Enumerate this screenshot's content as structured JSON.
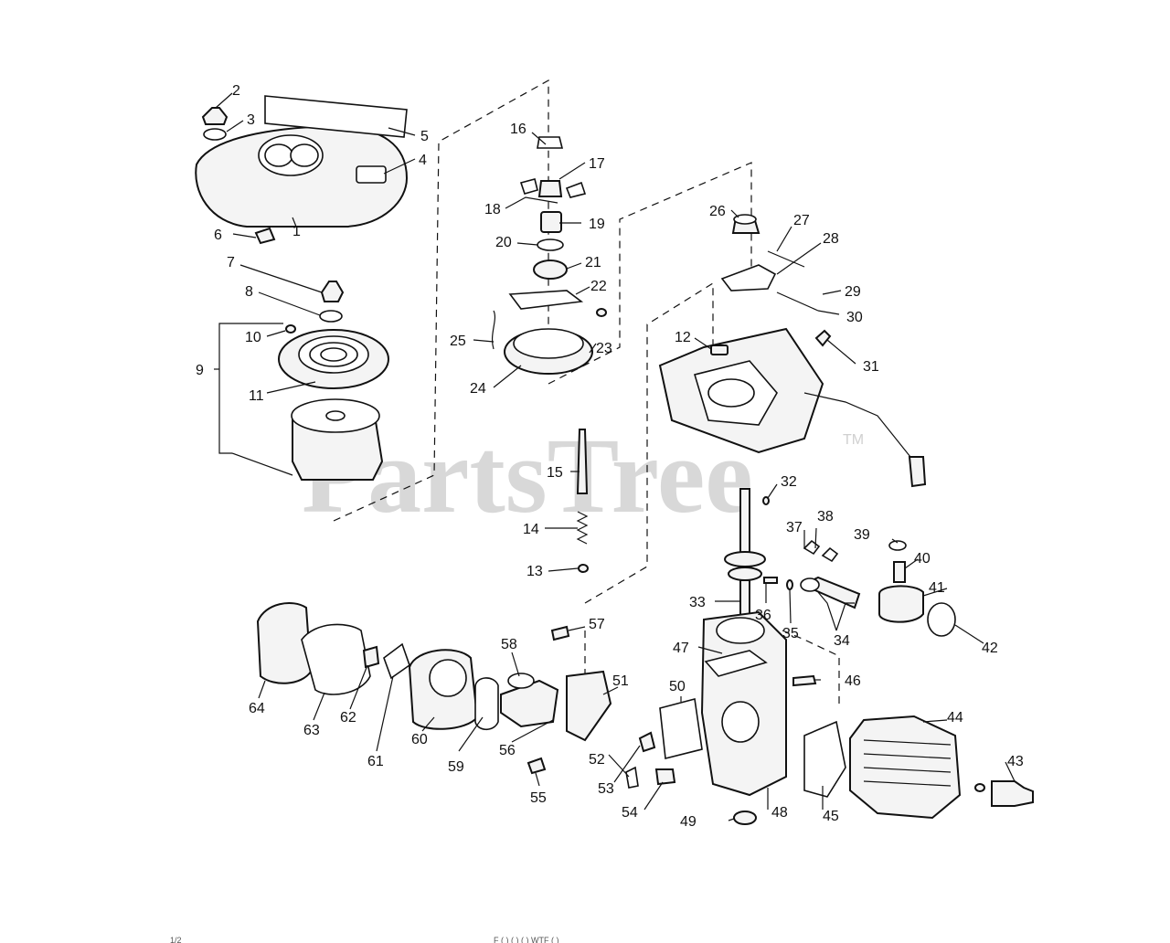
{
  "watermark": {
    "text": "PartsTree",
    "tm": "TM"
  },
  "footer": {
    "left": "1/2",
    "center": "F  (  )   ( )   (   )   WTF  (  )"
  },
  "callouts": [
    "1",
    "2",
    "3",
    "4",
    "5",
    "6",
    "7",
    "8",
    "9",
    "10",
    "11",
    "12",
    "13",
    "14",
    "15",
    "16",
    "17",
    "18",
    "19",
    "20",
    "21",
    "22",
    "23",
    "24",
    "25",
    "26",
    "27",
    "28",
    "29",
    "30",
    "31",
    "32",
    "33",
    "34",
    "35",
    "36",
    "37",
    "38",
    "39",
    "40",
    "41",
    "42",
    "43",
    "44",
    "45",
    "46",
    "47",
    "48",
    "49",
    "50",
    "51",
    "52",
    "53",
    "54",
    "55",
    "56",
    "57",
    "58",
    "59",
    "60",
    "61",
    "62",
    "63",
    "64"
  ]
}
